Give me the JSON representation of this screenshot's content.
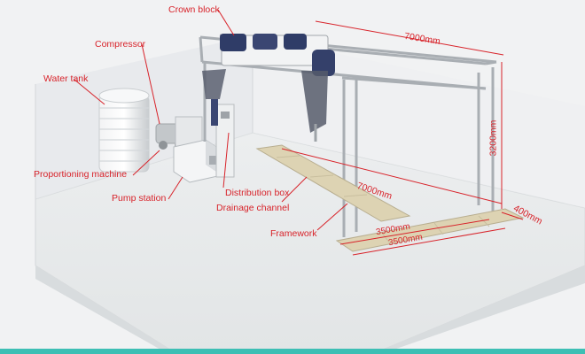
{
  "labels": {
    "crown_block": "Crown block",
    "compressor": "Compressor",
    "water_tank": "Water tank",
    "proportioning_machine": "Proportioning machine",
    "pump_station": "Pump station",
    "distribution_box": "Distribution box",
    "drainage_channel": "Drainage channel",
    "framework": "Framework"
  },
  "dimensions": {
    "length_top": "7000mm",
    "height": "3200mm",
    "channel_length": "7000mm",
    "channel_width": "400mm",
    "span_inner": "3500mm",
    "span_outer": "3500mm"
  },
  "colors": {
    "annotation": "#d8232a",
    "bottom_band": "#3dbfb4"
  }
}
